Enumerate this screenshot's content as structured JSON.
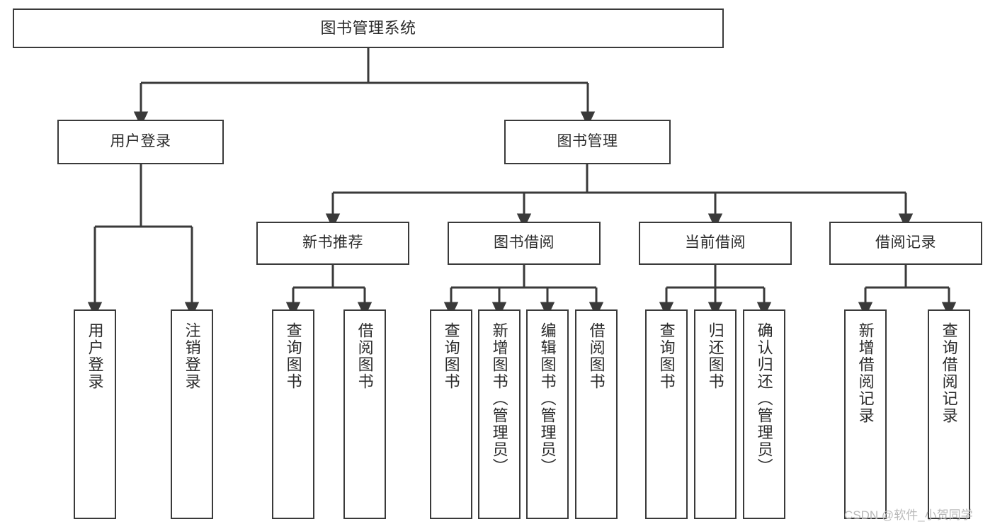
{
  "diagram": {
    "type": "hierarchy-tree",
    "title": "图书管理系统",
    "orientation": "top-down",
    "colors": {
      "stroke": "#3a3a3a",
      "fill": "#ffffff",
      "text": "#2b2b2b",
      "watermark": "#b9b9b9"
    },
    "levels": [
      {
        "level": 1,
        "nodes": [
          "图书管理系统"
        ]
      },
      {
        "level": 2,
        "nodes": [
          "用户登录",
          "图书管理"
        ]
      },
      {
        "level": 3,
        "nodes": [
          "新书推荐",
          "图书借阅",
          "当前借阅",
          "借阅记录"
        ]
      },
      {
        "level": 4,
        "nodes": [
          "用户登录",
          "注销登录",
          "查询图书",
          "借阅图书",
          "查询图书",
          "新增图书（管理员）",
          "编辑图书（管理员）",
          "借阅图书",
          "查询图书",
          "归还图书",
          "确认归还（管理员）",
          "新增借阅记录",
          "查询借阅记录"
        ]
      }
    ]
  },
  "root": {
    "label": "图书管理系统"
  },
  "branches": {
    "user": {
      "label": "用户登录",
      "children": [
        {
          "label": "用户登录"
        },
        {
          "label": "注销登录"
        }
      ]
    },
    "book": {
      "label": "图书管理",
      "groups": [
        {
          "label": "新书推荐",
          "children": [
            {
              "label": "查询图书"
            },
            {
              "label": "借阅图书"
            }
          ]
        },
        {
          "label": "图书借阅",
          "children": [
            {
              "label": "查询图书"
            },
            {
              "label": "新增图书（管理员）"
            },
            {
              "label": "编辑图书（管理员）"
            },
            {
              "label": "借阅图书"
            }
          ]
        },
        {
          "label": "当前借阅",
          "children": [
            {
              "label": "查询图书"
            },
            {
              "label": "归还图书"
            },
            {
              "label": "确认归还（管理员）"
            }
          ]
        },
        {
          "label": "借阅记录",
          "children": [
            {
              "label": "新增借阅记录"
            },
            {
              "label": "查询借阅记录"
            }
          ]
        }
      ]
    }
  },
  "watermark": {
    "text": "CSDN @软件_小贺同学"
  }
}
